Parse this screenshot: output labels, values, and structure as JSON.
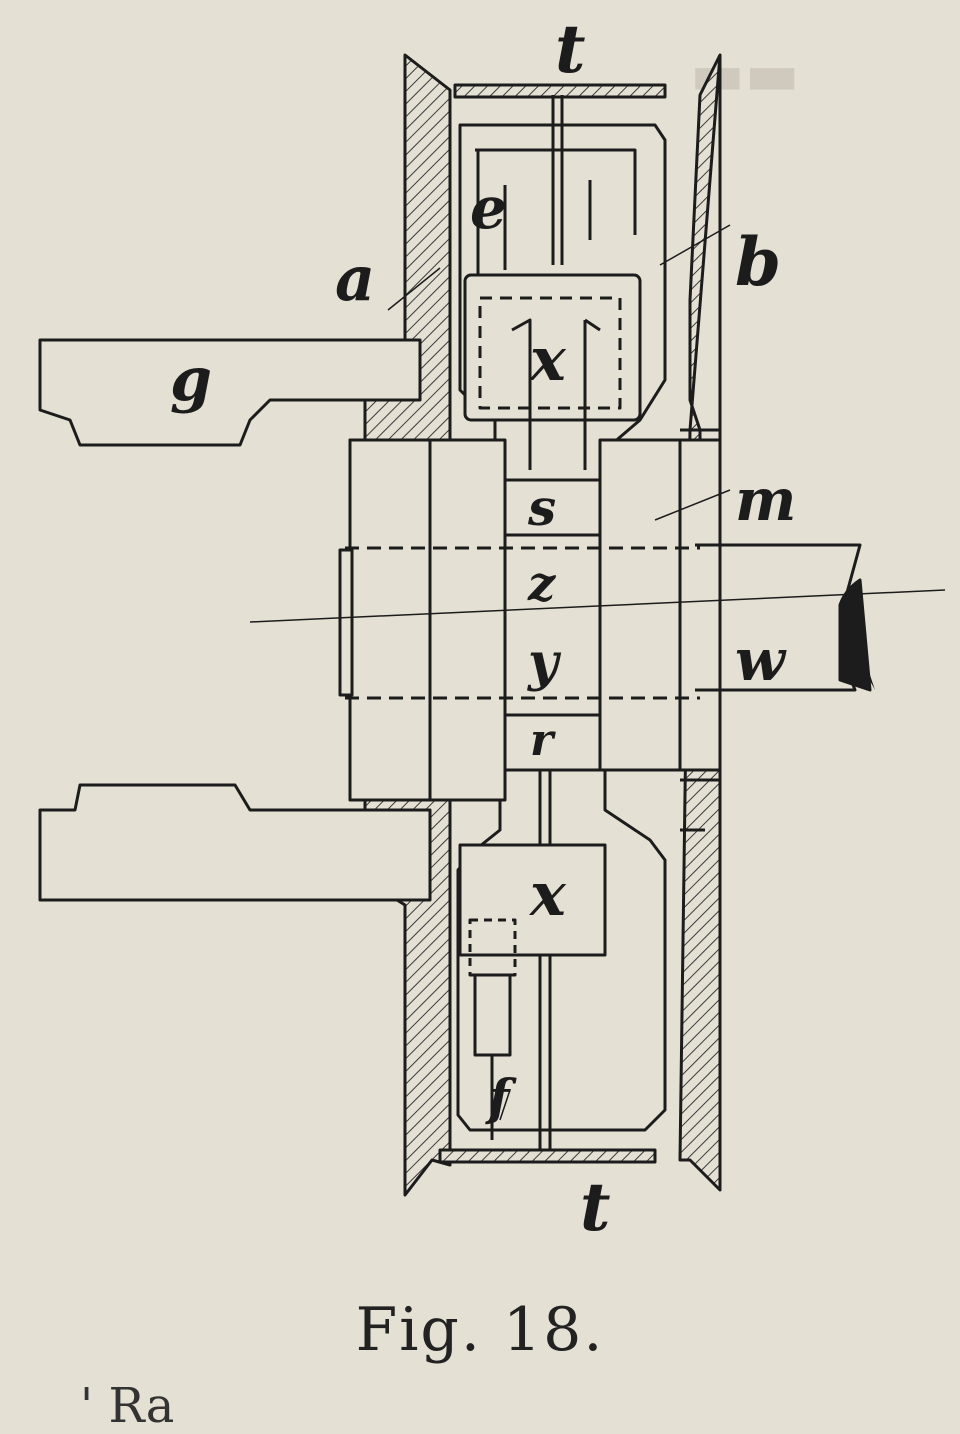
{
  "figure": {
    "caption": "Fig. 18.",
    "bottom_text_fragment": "' Ra"
  },
  "labels": {
    "t_top": "t",
    "t_bottom": "t",
    "a": "a",
    "b": "b",
    "e": "e",
    "g": "g",
    "x_upper": "x",
    "x_lower": "x",
    "s": "s",
    "m": "m",
    "w": "w",
    "z": "z",
    "y": "y",
    "r": "r",
    "f": "f"
  },
  "colors": {
    "paper": "#e4e0d3",
    "ink": "#1c1c1c",
    "hatch": "#3a3a3a"
  }
}
